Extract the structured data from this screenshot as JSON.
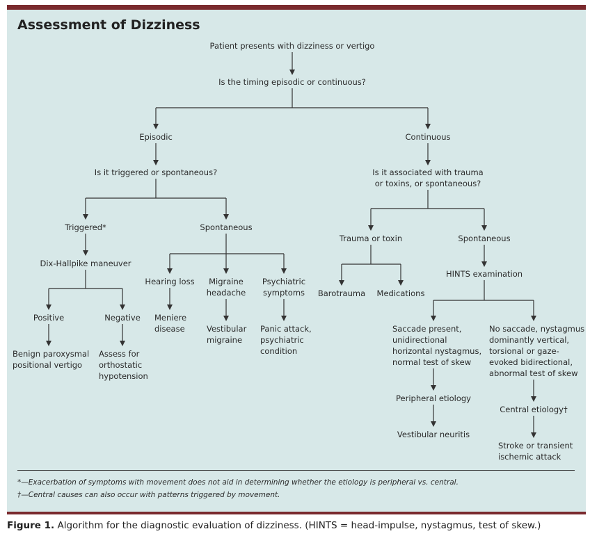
{
  "title": "Assessment of Dizziness",
  "nodes": {
    "start": "Patient presents with dizziness or vertigo",
    "timing": "Is the timing episodic or continuous?",
    "episodic": "Episodic",
    "continuous": "Continuous",
    "triggered_q": "Is it triggered or spontaneous?",
    "trauma_q": [
      "Is it associated with trauma",
      "or toxins, or spontaneous?"
    ],
    "triggered": "Triggered*",
    "spontaneous_ep": "Spontaneous",
    "trauma": "Trauma or toxin",
    "spontaneous_cont": "Spontaneous",
    "dix": "Dix-Hallpike maneuver",
    "hearing_loss": "Hearing loss",
    "migraine_headache": [
      "Migraine",
      "headache"
    ],
    "psychiatric": [
      "Psychiatric",
      "symptoms"
    ],
    "barotrauma": "Barotrauma",
    "medications": "Medications",
    "hints": "HINTS examination",
    "positive": "Positive",
    "negative": "Negative",
    "meniere": [
      "Meniere",
      "disease"
    ],
    "vestibular_migraine": [
      "Vestibular",
      "migraine"
    ],
    "panic": [
      "Panic attack,",
      "psychiatric",
      "condition"
    ],
    "saccade": [
      "Saccade present,",
      "unidirectional",
      "horizontal nystagmus,",
      "normal test of skew"
    ],
    "no_saccade": [
      "No saccade, nystagmus",
      "dominantly vertical,",
      "torsional or gaze-",
      "evoked bidirectional,",
      "abnormal test of skew"
    ],
    "bppv": [
      "Benign paroxysmal",
      "positional vertigo"
    ],
    "orthostatic": [
      "Assess for",
      "orthostatic",
      "hypotension"
    ],
    "peripheral": "Peripheral etiology",
    "central": "Central etiology†",
    "neuritis": "Vestibular neuritis",
    "stroke": [
      "Stroke or transient",
      "ischemic attack"
    ]
  },
  "footnotes": {
    "star": "*—Exacerbation of symptoms with movement does not aid in determining whether the etiology is peripheral vs. central.",
    "dagger": "†—Central causes can also occur with patterns triggered by movement."
  },
  "caption": {
    "label": "Figure 1.",
    "text": " Algorithm for the diagnostic evaluation of dizziness. (HINTS = head-impulse, nystagmus, test of skew.)"
  },
  "colors": {
    "accent_bar": "#7a2a2e",
    "panel": "#d7e8e8",
    "line": "#333333"
  }
}
